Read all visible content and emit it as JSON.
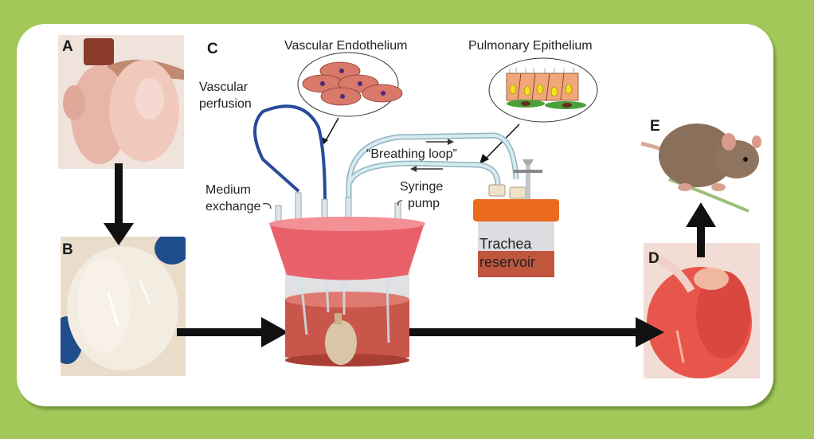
{
  "figure": {
    "panels": {
      "A": {
        "letter": "A",
        "content": "native-lung-photo"
      },
      "B": {
        "letter": "B",
        "content": "decellularized-lung-photo"
      },
      "C": {
        "letter": "C",
        "content": "bioreactor-diagram"
      },
      "D": {
        "letter": "D",
        "content": "regenerated-lung-photo"
      },
      "E": {
        "letter": "E",
        "content": "rat-photo"
      }
    },
    "labels": {
      "vascular_perfusion_line1": "Vascular",
      "vascular_perfusion_line2": "perfusion",
      "vascular_endothelium": "Vascular Endothelium",
      "pulmonary_epithelium": "Pulmonary Epithelium",
      "breathing_loop": "“Breathing loop”",
      "medium_exchange_line1": "Medium",
      "medium_exchange_line2": "exchange",
      "syringe_pump_line1": "Syringe",
      "syringe_pump_line2": "pump",
      "trachea_reservoir_line1": "Trachea",
      "trachea_reservoir_line2": "reservoir"
    },
    "flow": [
      "A",
      "B",
      "C",
      "D",
      "E"
    ],
    "colors": {
      "background": "#a3c85a",
      "panel": "#ffffff",
      "arrow": "#111111",
      "vascular_tube": "#2a4a9a",
      "breathing_tube": "#b9d6e0",
      "bioreactor_lid": "#e8616a",
      "medium": "#c8564a",
      "reservoir_cap": "#ea6a1e"
    }
  }
}
